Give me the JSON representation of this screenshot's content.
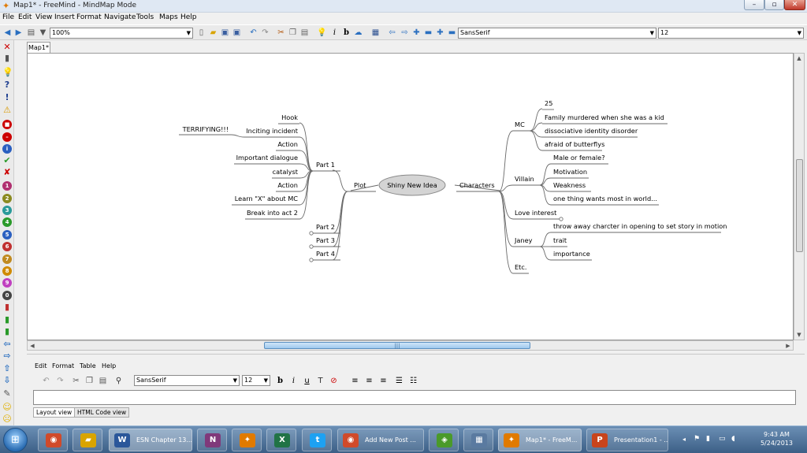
{
  "window": {
    "title": "Map1* - FreeMind - MindMap Mode"
  },
  "menu": [
    "File",
    "Edit",
    "View",
    "Insert",
    "Format",
    "Navigate",
    "Tools",
    "Maps",
    "Help"
  ],
  "toolbar": {
    "zoom": "100%",
    "font_family": "SansSerif",
    "font_size": "12"
  },
  "tabs": [
    "Map1*"
  ],
  "mindmap": {
    "root": "Shiny New Idea",
    "plot": {
      "label": "Plot",
      "part1": {
        "label": "Part 1",
        "children": [
          "Hook",
          "Inciting incident",
          "Action",
          "Important dialogue",
          "catalyst",
          "Action",
          "Learn \"X\" about MC",
          "Break into act 2"
        ],
        "terrifying": "TERRIFYING!!!"
      },
      "parts": [
        "Part 2",
        "Part 3",
        "Part 4"
      ]
    },
    "characters": {
      "label": "Characters",
      "mc": {
        "label": "MC",
        "children": [
          "25",
          "Family murdered when she was a kid",
          "dissociative identity disorder",
          "afraid of butterflys"
        ]
      },
      "villain": {
        "label": "Villain",
        "children": [
          "Male or female?",
          "Motivation",
          "Weakness",
          "one thing wants most in world..."
        ]
      },
      "love_interest": "Love interest",
      "janey": {
        "label": "Janey",
        "children": [
          "throw away charcter in opening to set story in motion",
          "trait",
          "importance"
        ]
      },
      "etc": "Etc."
    }
  },
  "editor": {
    "menu": [
      "Edit",
      "Format",
      "Table",
      "Help"
    ],
    "font_family": "SansSerif",
    "font_size": "12",
    "tabs": [
      "Layout view",
      "HTML Code view"
    ]
  },
  "taskbar": {
    "items": [
      {
        "label": "ESN Chapter 13...",
        "icon": "W",
        "color": "#2b579a"
      },
      {
        "label": "Add New Post ...",
        "icon": "◉",
        "color": "#d04a2a"
      },
      {
        "label": "Map1* - FreeM...",
        "icon": "▶",
        "color": "#e07a00"
      },
      {
        "label": "Presentation1 - ...",
        "icon": "P",
        "color": "#c8441c"
      }
    ],
    "clock_time": "9:43 AM",
    "clock_date": "5/24/2013"
  }
}
